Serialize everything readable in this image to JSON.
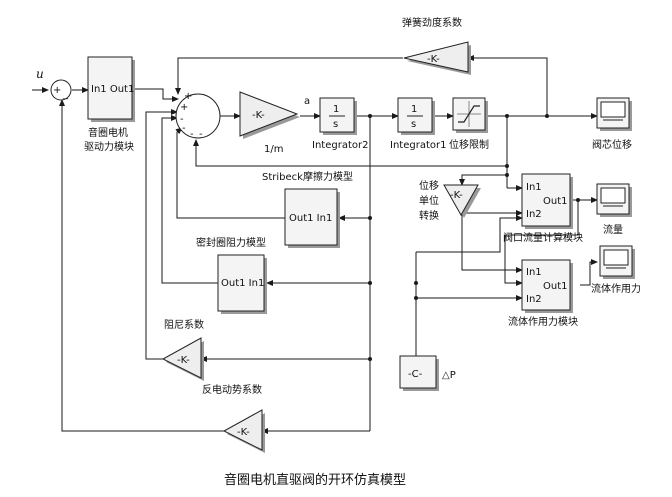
{
  "caption": "音圈电机直驱阀的开环仿真模型",
  "input_u": "u",
  "sum1_plus": "+",
  "sum1_minus": "_",
  "sum2_signs": [
    "+",
    "+",
    "-",
    "-",
    "-",
    "-"
  ],
  "drive": {
    "ports": "In1 Out1",
    "label1": "音圈电机",
    "label2": "驱动力模块"
  },
  "gain_inv_m": {
    "text": "-K-",
    "label": "1/m",
    "out_label": "a"
  },
  "integrator2": {
    "num": "1",
    "den": "s",
    "label": "Integrator2"
  },
  "integrator1": {
    "num": "1",
    "den": "s",
    "label": "Integrator1"
  },
  "saturation": {
    "label": "位移限制"
  },
  "scope_spool": {
    "label": "阀芯位移"
  },
  "spring": {
    "text": "-K-",
    "label": "弹簧劲度系数"
  },
  "stribeck": {
    "ports": "Out1 In1",
    "label": "Stribeck摩擦力模型"
  },
  "seal": {
    "ports": "Out1 In1",
    "label": "密封圈阻力模型"
  },
  "damping": {
    "text": "-K-",
    "label": "阻尼系数"
  },
  "back_emf": {
    "text": "-K-",
    "label": "反电动势系数"
  },
  "unit_conv": {
    "text": "-K-",
    "label1": "位移",
    "label2": "单位",
    "label3": "转换"
  },
  "flow_calc": {
    "in1": "In1",
    "in2": "In2",
    "out1": "Out1",
    "label": "阀口流量计算模块"
  },
  "flow_force": {
    "in1": "In1",
    "in2": "In2",
    "out1": "Out1",
    "label": "流体作用力模块"
  },
  "scope_flow": {
    "label": "流量"
  },
  "scope_force": {
    "label": "流体作用力"
  },
  "constant": {
    "text": "-C-",
    "label": "△P"
  }
}
